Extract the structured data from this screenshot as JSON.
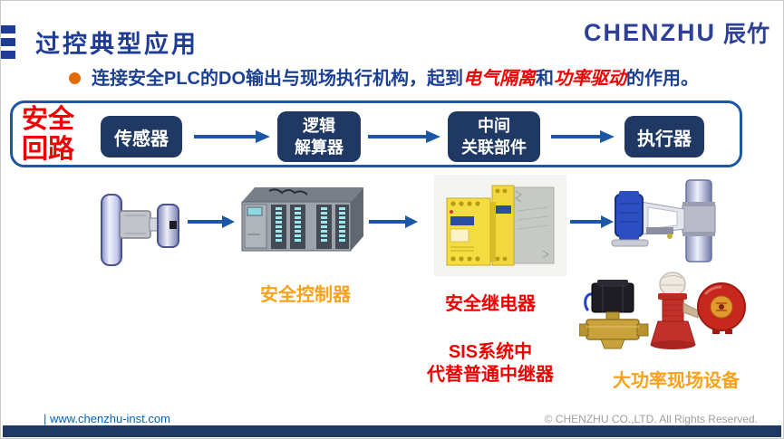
{
  "colors": {
    "title_blue": "#1E3C96",
    "text_blue": "#1C4092",
    "accent_red": "#EE0000",
    "node_navy": "#1F3864",
    "flow_blue": "#1C57A5",
    "label_orange": "#F9A11B",
    "bullet_orange": "#E36C0A",
    "logo_blue": "#2D3F96",
    "link_blue": "#0063B8",
    "copyright_gray": "#9E9E9E",
    "footer_bar_navy": "#1F3864"
  },
  "header": {
    "title": "过控典型应用",
    "logo_en": "CHENZHU",
    "logo_cn": "辰竹"
  },
  "bullet": {
    "prefix": "连接安全PLC的DO输出与现场执行机构，起到",
    "em1": "电气隔离",
    "conj": "和",
    "em2": "功率驱动",
    "suffix": "的作用。"
  },
  "safety_loop": {
    "label_line1": "安全",
    "label_line2": "回路",
    "nodes": [
      {
        "lines": [
          "传感器"
        ]
      },
      {
        "lines": [
          "逻辑",
          "解算器"
        ]
      },
      {
        "lines": [
          "中间",
          "关联部件"
        ]
      },
      {
        "lines": [
          "执行器"
        ]
      }
    ]
  },
  "captions": {
    "controller": "安全控制器",
    "relay": "安全继电器",
    "sis_line1": "SIS系统中",
    "sis_line2": "代替普通中继器",
    "field_devices": "大功率现场设备"
  },
  "footer": {
    "website": "| www.chenzhu-inst.com",
    "copyright": "© CHENZHU CO.,LTD. All Rights Reserved."
  }
}
